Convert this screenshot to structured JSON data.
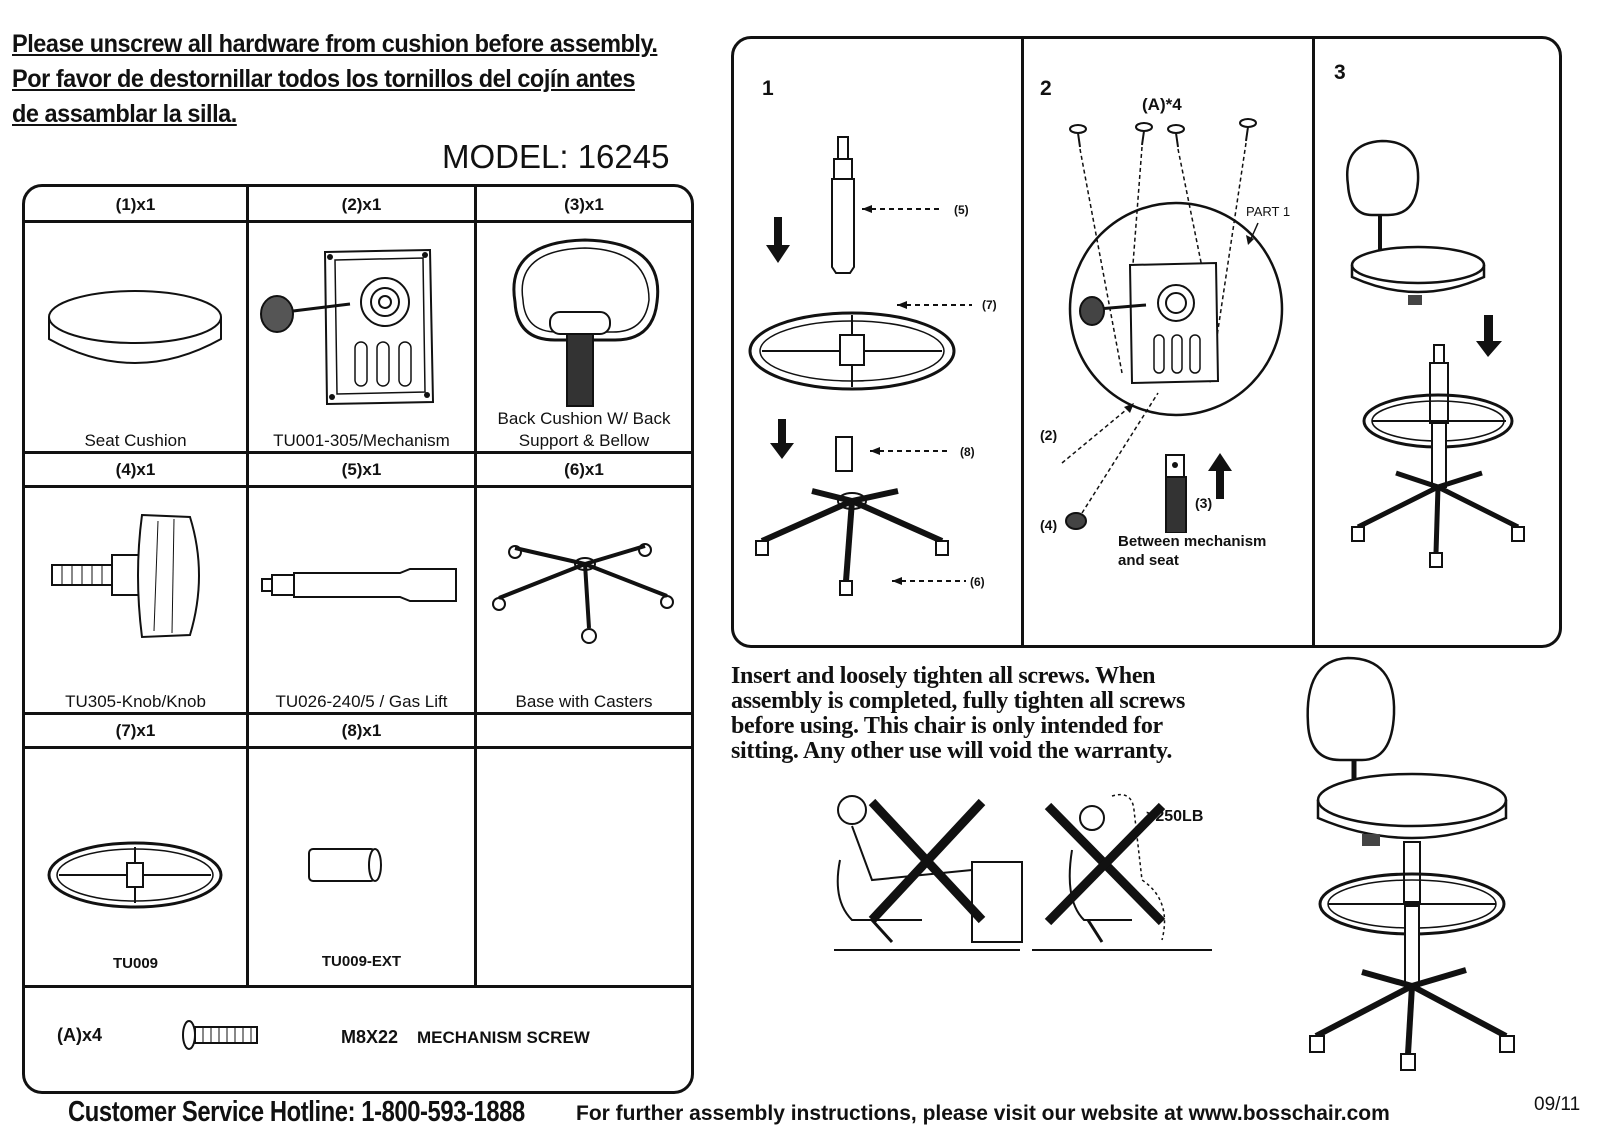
{
  "header": {
    "line1": "Please unscrew all hardware from cushion before assembly.",
    "line2": "Por favor de destornillar todos los tornillos del cojín antes",
    "line3": "de assamblar la silla."
  },
  "model": "MODEL: 16245",
  "parts": [
    {
      "qty": "(1)x1",
      "label": "Seat Cushion",
      "icon": "seat-cushion-icon"
    },
    {
      "qty": "(2)x1",
      "label": "TU001-305/Mechanism",
      "icon": "mechanism-icon"
    },
    {
      "qty": "(3)x1",
      "label_line1": "Back Cushion W/ Back",
      "label_line2": "Support & Bellow",
      "icon": "back-cushion-icon"
    },
    {
      "qty": "(4)x1",
      "label": "TU305-Knob/Knob",
      "icon": "knob-icon"
    },
    {
      "qty": "(5)x1",
      "label": "TU026-240/5 / Gas Lift",
      "icon": "gas-lift-icon"
    },
    {
      "qty": "(6)x1",
      "label": "Base with Casters",
      "icon": "base-casters-icon"
    },
    {
      "qty": "(7)x1",
      "label": "TU009",
      "icon": "foot-ring-icon"
    },
    {
      "qty": "(8)x1",
      "label": "TU009-EXT",
      "icon": "extension-icon"
    }
  ],
  "hardware": {
    "qty": "(A)x4",
    "size": "M8X22",
    "name": "MECHANISM SCREW",
    "icon": "screw-icon"
  },
  "steps": {
    "step1": {
      "number": "1",
      "callouts": [
        "(5)",
        "(7)",
        "(8)",
        "(6)"
      ]
    },
    "step2": {
      "number": "2",
      "screws": "(A)*4",
      "part_label": "PART  1",
      "callouts": [
        "(2)",
        "(4)",
        "(3)"
      ],
      "note_line1": "Between mechanism",
      "note_line2": "and seat"
    },
    "step3": {
      "number": "3"
    }
  },
  "warning": {
    "line1": "Insert and loosely tighten all screws. When",
    "line2": "assembly is completed, fully tighten all screws",
    "line3": "before using. This chair is only intended for",
    "line4": "sitting. Any other use will void the warranty."
  },
  "weight_limit": ">250LB",
  "footer": {
    "hotline": "Customer Service Hotline: 1-800-593-1888",
    "website": "For further assembly instructions, please visit our website at www.bosschair.com",
    "date": "09/11"
  }
}
